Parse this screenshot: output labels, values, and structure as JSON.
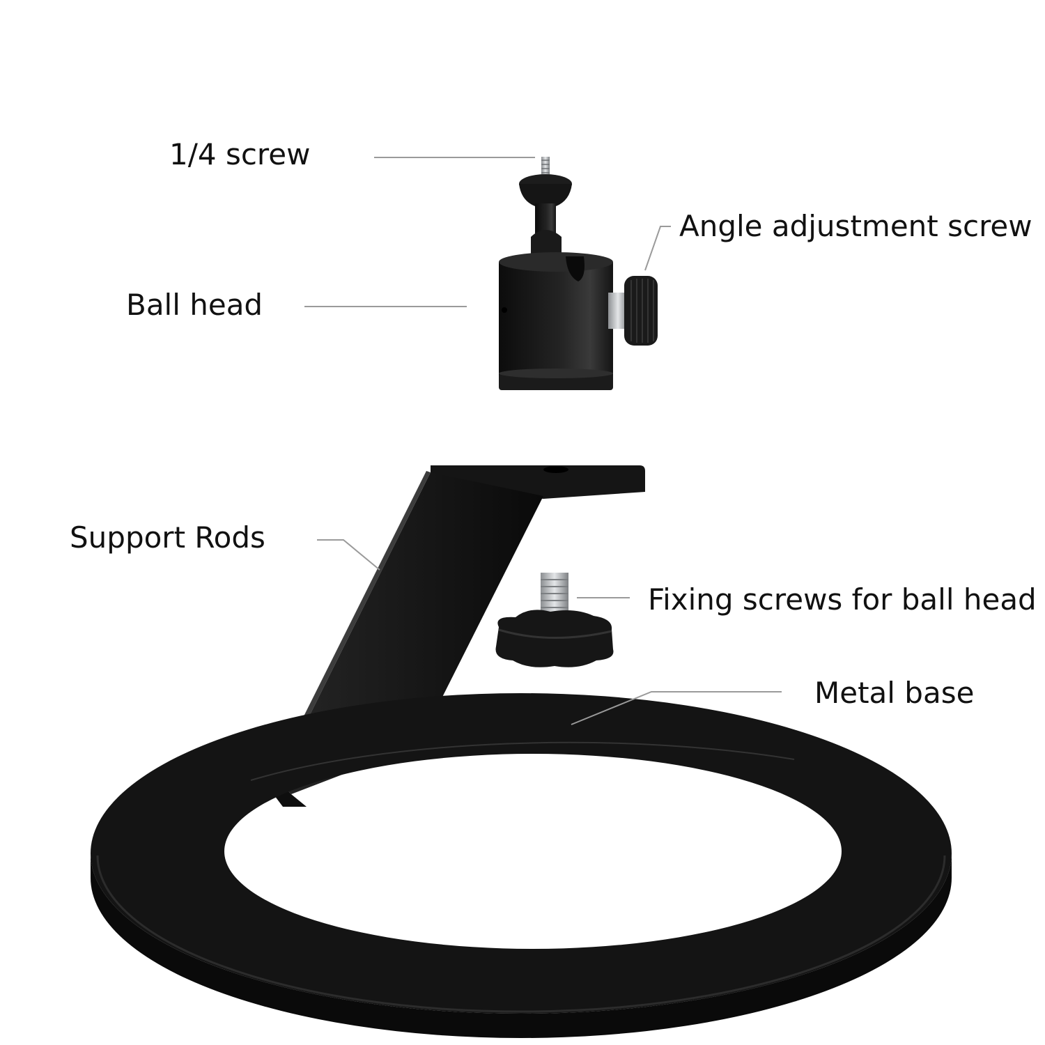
{
  "colors": {
    "background": "#ffffff",
    "part_black": "#111111",
    "part_highlight": "#3a3a3a",
    "metal_silver": "#b9bcbf",
    "leader_line": "#9a9a9a",
    "label_text": "#111111"
  },
  "callouts": {
    "quarter_screw": "1/4 screw",
    "angle_adjustment_screw": "Angle adjustment screw",
    "ball_head": "Ball head",
    "support_rods": "Support Rods",
    "fixing_screws": "Fixing screws for ball head",
    "metal_base": "Metal base"
  }
}
